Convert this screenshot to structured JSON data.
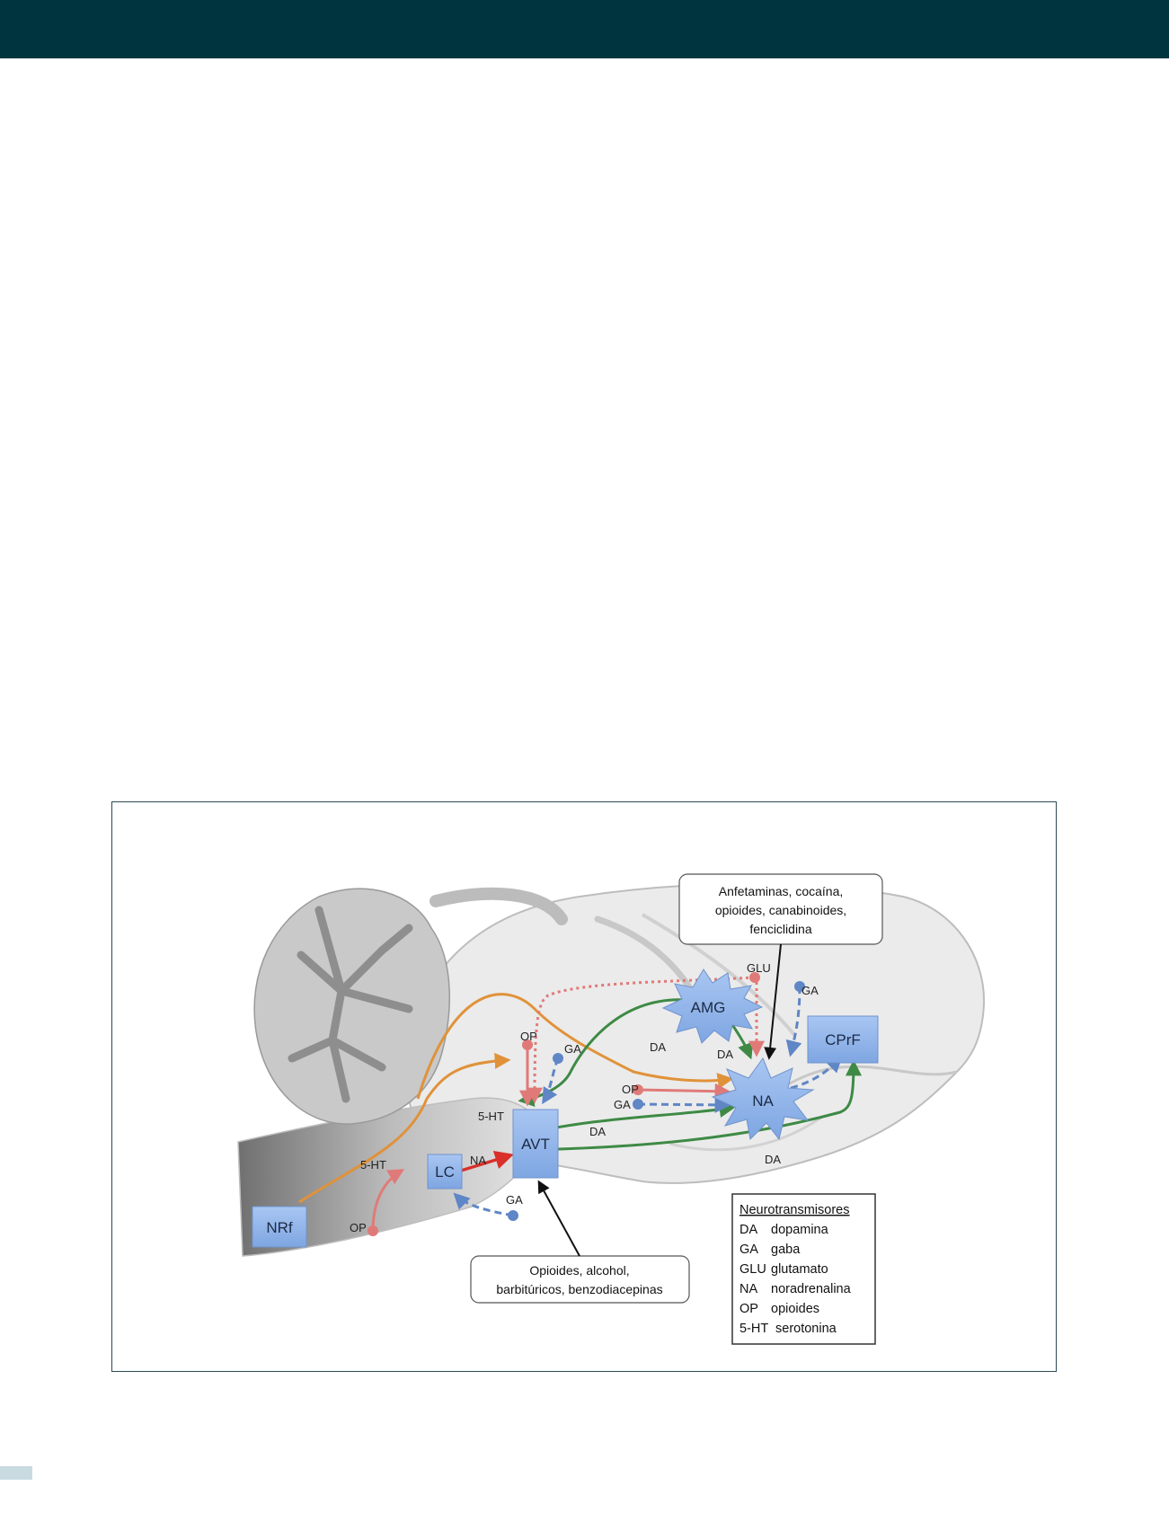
{
  "colors": {
    "header_bar": "#003540",
    "serotonin": "#e0923a",
    "dopamine": "#3e8a45",
    "opioids": "#e07a78",
    "gaba": "#5f86c5",
    "noradrenaline": "#d9302a",
    "node_fill": "#8fb4ea"
  },
  "diagram": {
    "nodes": {
      "nrf": "NRf",
      "lc": "LC",
      "avt": "AVT",
      "amg": "AMG",
      "na": "NA",
      "cprf": "CPrF"
    },
    "edge_labels": {
      "ht_nrf": "5-HT",
      "ht_avt": "5-HT",
      "op_lc": "OP",
      "na_lc": "NA",
      "ga_lc": "GA",
      "op_avt": "OP",
      "ga_avt": "GA",
      "op_na": "OP",
      "ga_na": "GA",
      "da_amg": "DA",
      "da_amg_na": "DA",
      "da_avt_na": "DA",
      "da_cprf": "DA",
      "glu": "GLU",
      "ga_cprf": "GA"
    },
    "callout_top": [
      "Anfetaminas, cocaína,",
      "opioides, canabinoides,",
      "fenciclidina"
    ],
    "callout_bottom": [
      "Opioides, alcohol,",
      "barbitúricos, benzodiacepinas"
    ],
    "legend": {
      "title": "Neurotransmisores",
      "items": [
        {
          "abbr": "DA",
          "name": "dopamina"
        },
        {
          "abbr": "GA",
          "name": "gaba"
        },
        {
          "abbr": "GLU",
          "name": "glutamato"
        },
        {
          "abbr": "NA",
          "name": "noradrenalina"
        },
        {
          "abbr": "OP",
          "name": "opioides"
        },
        {
          "abbr": "5-HT",
          "name": "serotonina"
        }
      ]
    }
  }
}
